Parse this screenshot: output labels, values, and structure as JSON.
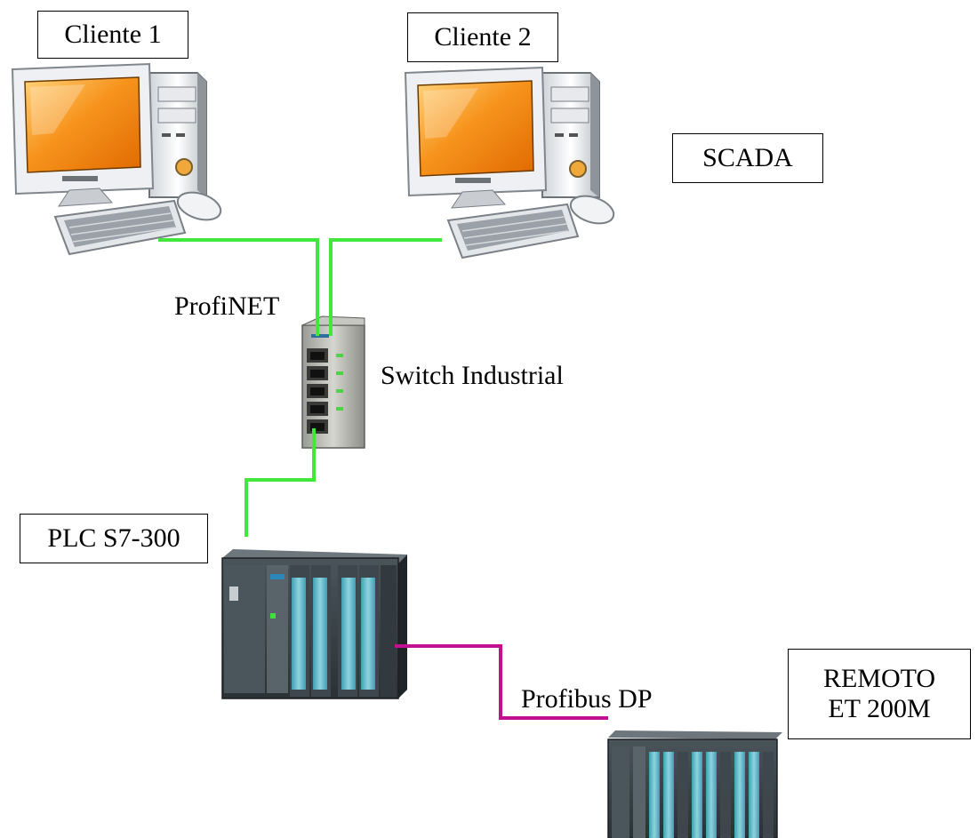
{
  "labels": {
    "client1": "Cliente 1",
    "client2": "Cliente 2",
    "scada": "SCADA",
    "profinet": "ProfiNET",
    "switch": "Switch Industrial",
    "plc": "PLC S7-300",
    "profibus": "Profibus DP",
    "remote_line1": "REMOTO",
    "remote_line2": "ET 200M"
  },
  "devices": {
    "client1": "desktop-computer-icon",
    "client2": "desktop-computer-icon",
    "switch": "industrial-switch-icon",
    "plc": "plc-rack-icon",
    "remote": "remote-io-rack-icon"
  },
  "colors": {
    "profinet_link": "#3fe83a",
    "profibus_link": "#c2108e",
    "screen_orange": "#f7941d",
    "box_border": "#000000",
    "plc_module_teal": "#5fb7c8"
  }
}
